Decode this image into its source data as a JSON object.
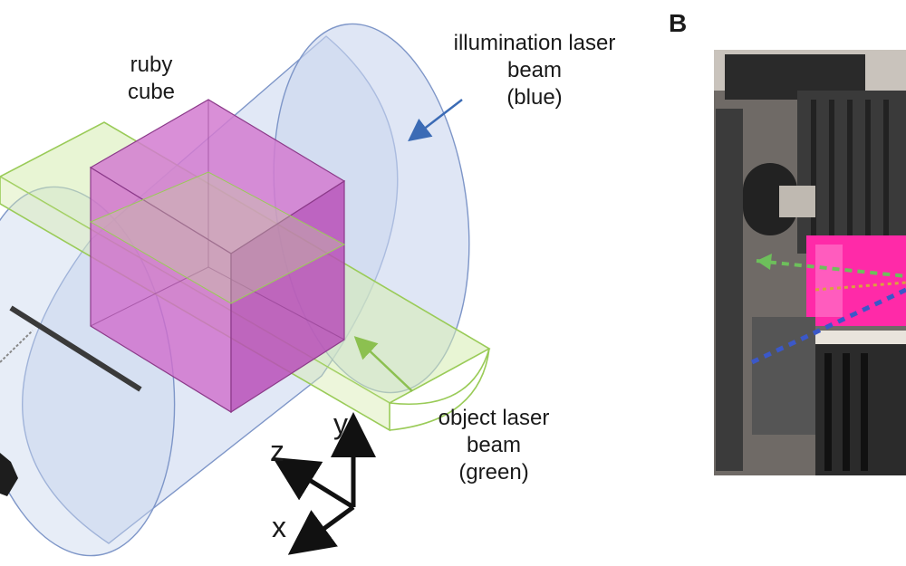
{
  "labels": {
    "ruby_cube": [
      "ruby",
      "cube"
    ],
    "illumination": [
      "illumination laser",
      "beam",
      "(blue)"
    ],
    "object": [
      "object laser",
      "beam",
      "(green)"
    ]
  },
  "axes": {
    "y": "y",
    "z": "z",
    "x": "x"
  },
  "panel_b": "B",
  "colors": {
    "illumination_cylinder": "#c9d6ee",
    "cylinder_stroke": "#7e96c8",
    "object_beam": "#d6ecb0",
    "object_stroke": "#9acb58",
    "ruby_cube": "#cf6dcc",
    "illumination_arrow": "#3b6bb5",
    "object_arrow": "#8cc050",
    "photo_magenta": "#ff2aa8",
    "photo_dark": "#2b2b2b"
  }
}
